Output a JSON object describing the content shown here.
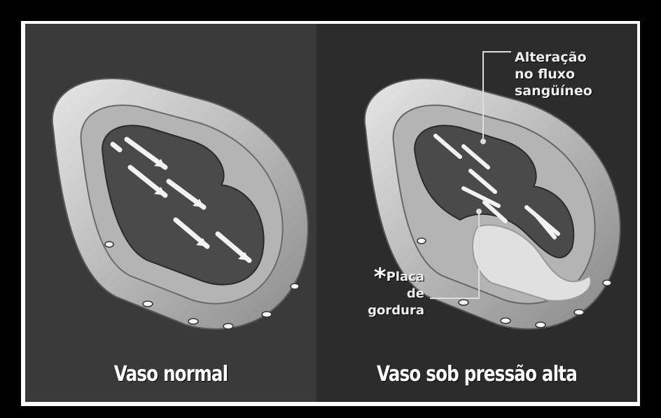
{
  "panels": {
    "left": {
      "title": "Vaso normal"
    },
    "right": {
      "title": "Vaso sob pressão alta",
      "annotations": {
        "flow_line1": "Alteração",
        "flow_line2": "no fluxo",
        "flow_line3": "sangüíneo",
        "plaque_marker": "*",
        "plaque_line1": "Placa",
        "plaque_line2": "de",
        "plaque_line3": "gordura"
      }
    }
  },
  "colors": {
    "background": "#000000",
    "frame": "#ffffff",
    "vessel_wall": "#c8c8c8",
    "vessel_lumen": "#4a4a4a",
    "plaque": "#e0e0e0",
    "arrow": "#f2f2f2"
  }
}
